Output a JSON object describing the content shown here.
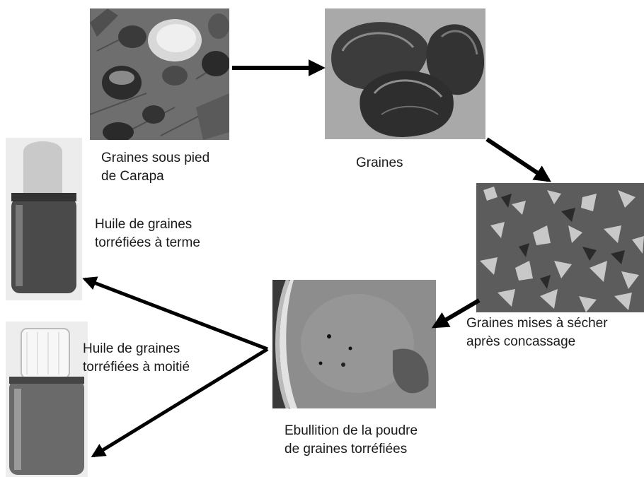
{
  "labels": {
    "seeds_under_tree": [
      "Graines sous pied",
      "de Carapa"
    ],
    "seeds": [
      "Graines"
    ],
    "drying": [
      "Graines mises à  sécher",
      "après concassage"
    ],
    "boiling": [
      "Ebullition de la poudre",
      "de graines torréfiées"
    ],
    "oil_full": [
      "Huile de graines",
      "torréfiées à terme"
    ],
    "oil_half": [
      "Huile de graines",
      "torréfiées à moitié"
    ]
  },
  "colors": {
    "arrow": "#000000",
    "text": "#1a1a1a"
  }
}
